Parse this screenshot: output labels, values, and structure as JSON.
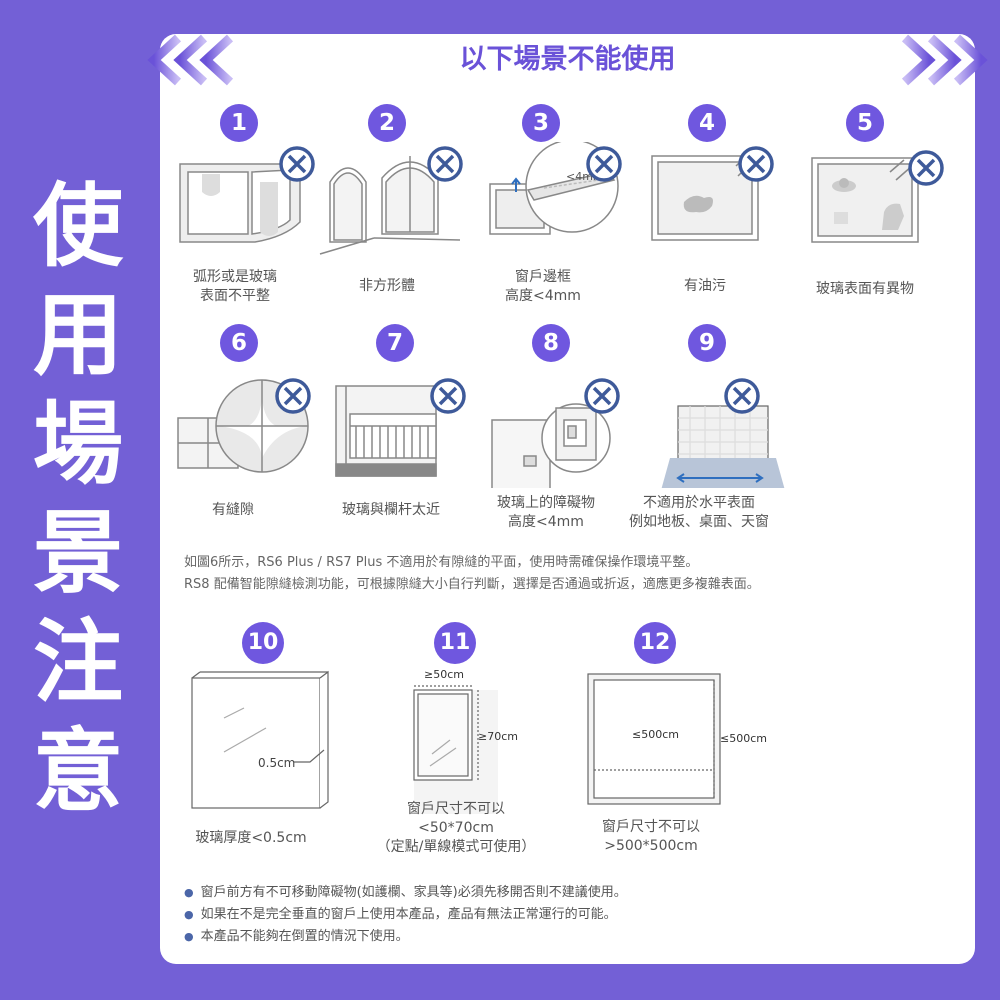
{
  "side_title": [
    "使",
    "用",
    "場",
    "景",
    "注",
    "意"
  ],
  "banner": {
    "title": "以下場景不能使用"
  },
  "items": [
    {
      "num": "1",
      "caption": [
        "弧形或是玻璃",
        "表面不平整"
      ]
    },
    {
      "num": "2",
      "caption": [
        "非方形體"
      ]
    },
    {
      "num": "3",
      "caption": [
        "窗戶邊框",
        "高度<4mm"
      ],
      "label": "<4mm"
    },
    {
      "num": "4",
      "caption": [
        "有油污"
      ]
    },
    {
      "num": "5",
      "caption": [
        "玻璃表面有異物"
      ]
    },
    {
      "num": "6",
      "caption": [
        "有縫隙"
      ]
    },
    {
      "num": "7",
      "caption": [
        "玻璃與欄杆太近"
      ]
    },
    {
      "num": "8",
      "caption": [
        "玻璃上的障礙物",
        "高度<4mm"
      ]
    },
    {
      "num": "9",
      "caption": [
        "不適用於水平表面",
        "例如地板、桌面、天窗"
      ]
    },
    {
      "num": "10",
      "caption": [
        "玻璃厚度<0.5cm"
      ],
      "label": "0.5cm"
    },
    {
      "num": "11",
      "caption": [
        "窗戶尺寸不可以",
        "<50*70cm",
        "（定點/單線模式可使用）"
      ],
      "label_w": "≥50cm",
      "label_h": "≥70cm"
    },
    {
      "num": "12",
      "caption": [
        "窗戶尺寸不可以",
        ">500*500cm"
      ],
      "label_w": "≤500cm",
      "label_h": "≤500cm"
    }
  ],
  "notes": [
    "如圖6所示，RS6 Plus / RS7 Plus 不適用於有隙縫的平面，使用時需確保操作環境平整。",
    "RS8 配備智能隙縫檢測功能，可根據隙縫大小自行判斷，選擇是否通過或折返，適應更多複雜表面。"
  ],
  "bullets": [
    "窗戶前方有不可移動障礙物(如護欄、家具等)必須先移開否則不建議使用。",
    "如果在不是完全垂直的窗戶上使用本產品，產品有無法正常運行的可能。",
    "本產品不能夠在倒置的情況下使用。"
  ],
  "colors": {
    "background": "#7360d6",
    "accent": "#6a52d8",
    "cross": "#3e5a9a"
  }
}
